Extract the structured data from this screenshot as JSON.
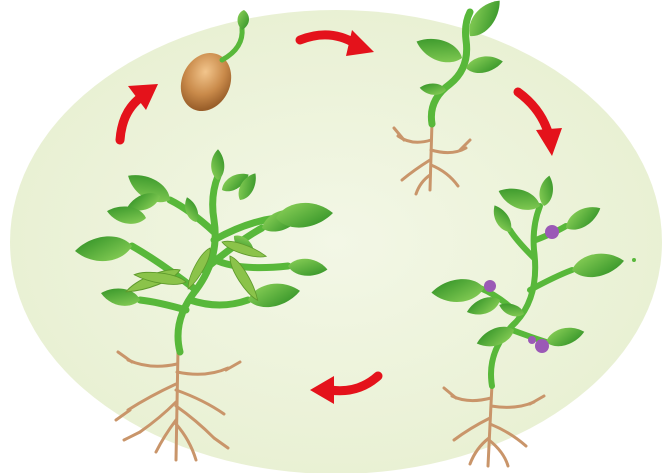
{
  "diagram": {
    "type": "life-cycle",
    "stages": [
      {
        "id": "seed",
        "name": "germinating-seed"
      },
      {
        "id": "seedling",
        "name": "seedling"
      },
      {
        "id": "flowering",
        "name": "flowering-plant"
      },
      {
        "id": "fruiting",
        "name": "mature-plant-with-pods"
      }
    ],
    "cycle_direction": "clockwise",
    "colors": {
      "background": "#eef3dc",
      "arrow": "#e4121b",
      "leaf": "#3ea92f",
      "leaf_dark": "#2b8a24",
      "stem": "#58b83a",
      "root": "#c9956a",
      "seed": "#c98a4a",
      "flower": "#9b59b6",
      "pod": "#8bc34a"
    }
  }
}
